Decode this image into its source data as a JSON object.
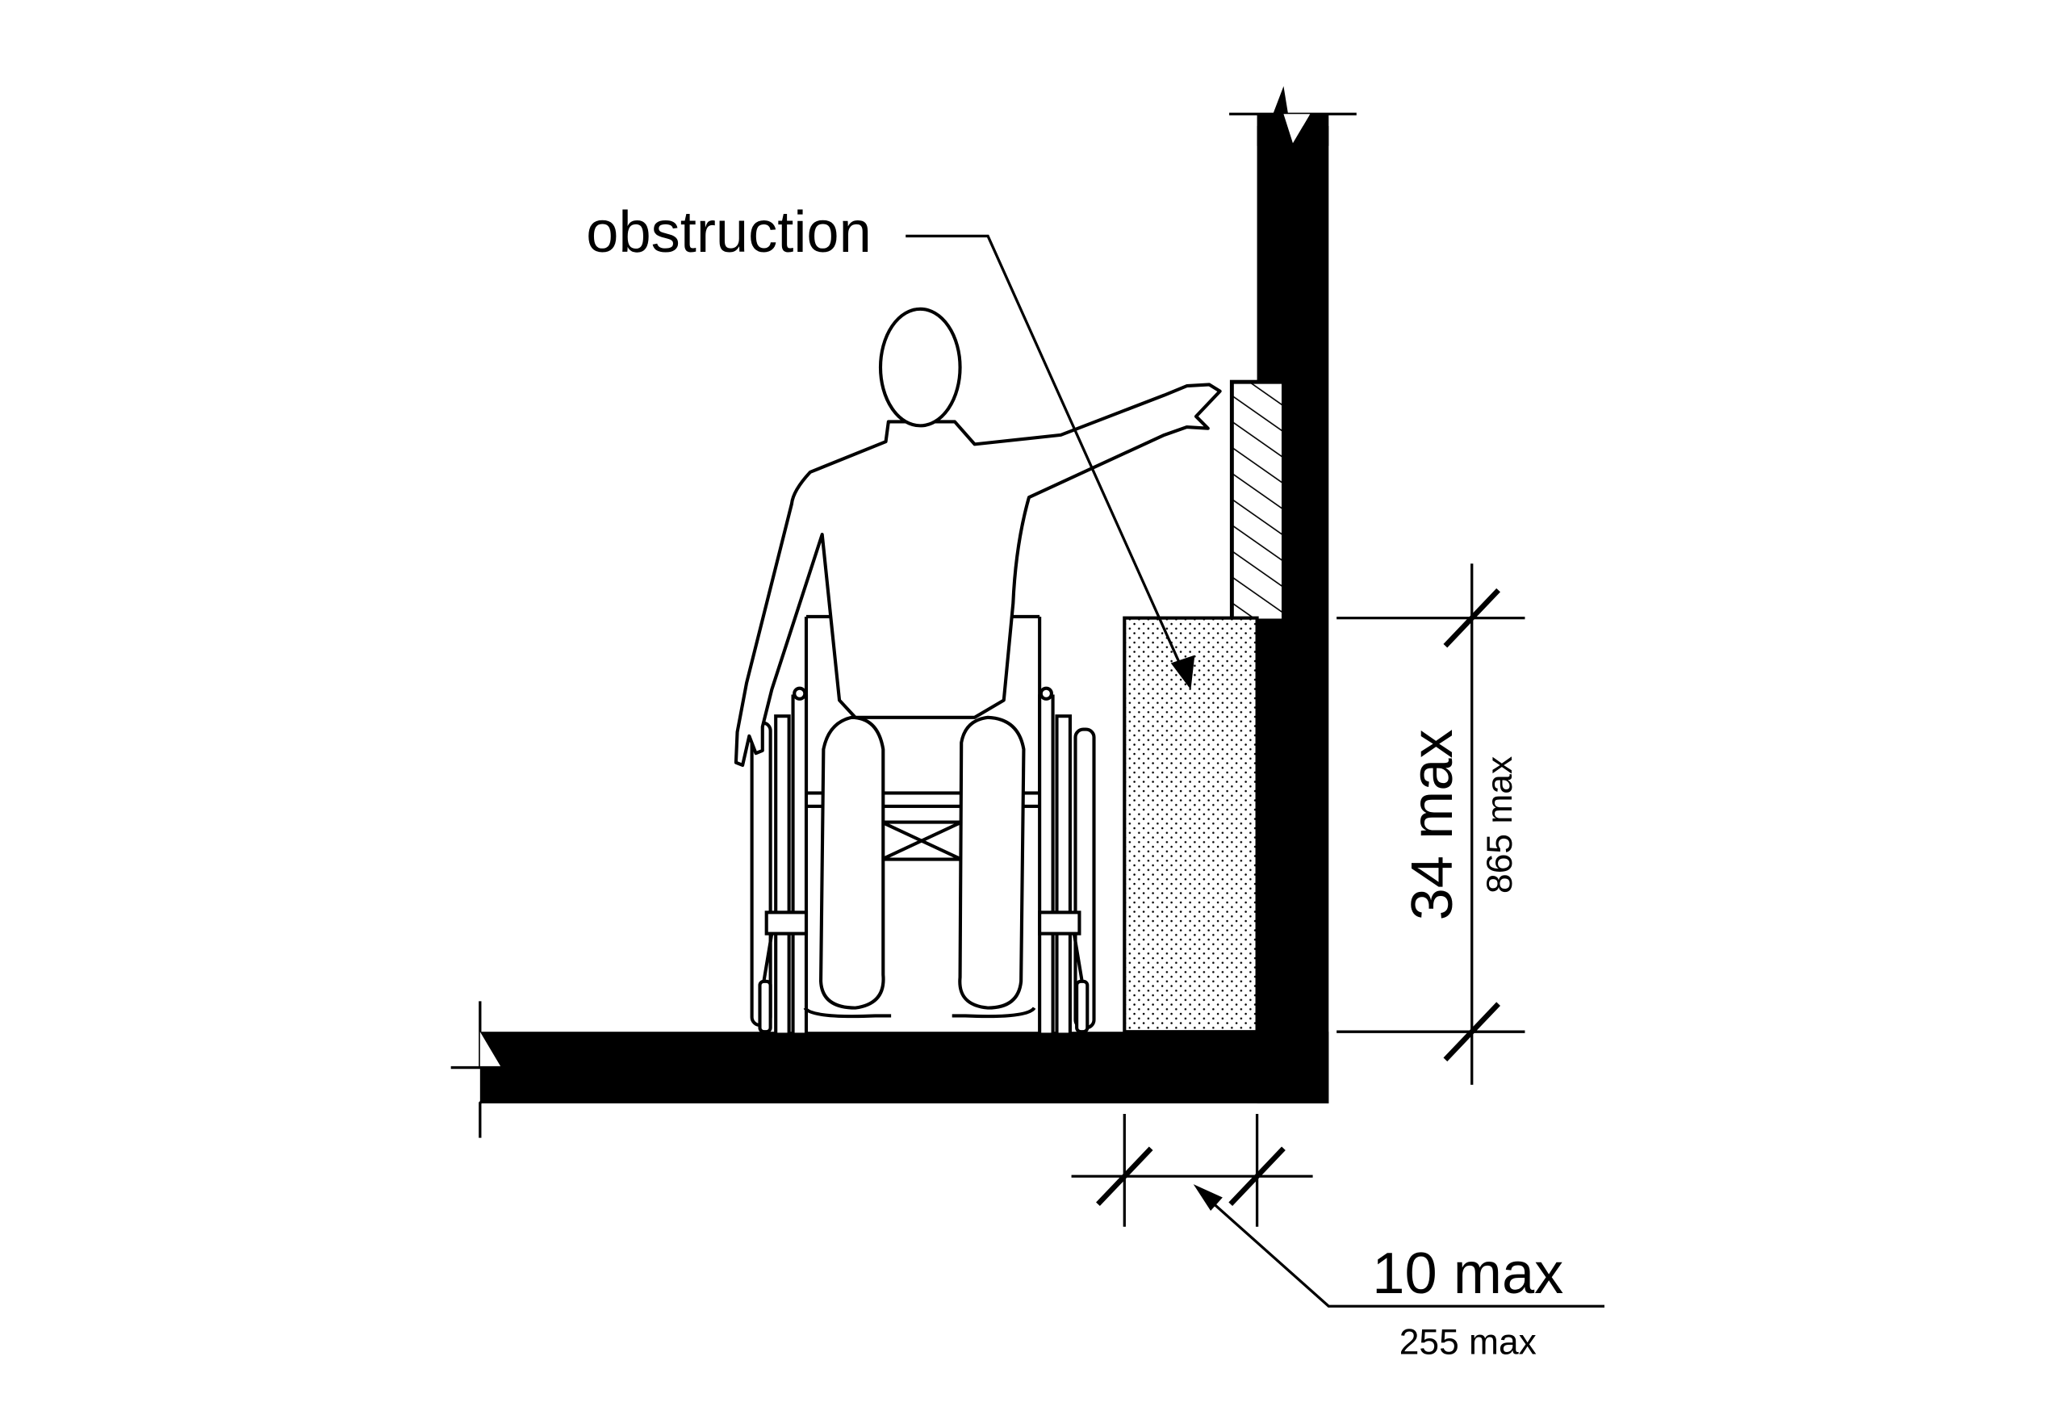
{
  "labels": {
    "obstruction": "obstruction",
    "height_imperial": "34 max",
    "height_metric": "865 max",
    "depth_imperial": "10 max",
    "depth_metric": "255 max"
  },
  "colors": {
    "ink": "#000000",
    "paper": "#ffffff"
  },
  "icons": {
    "person": "wheelchair-user-figure",
    "control": "hatched-wall-control",
    "obstruction": "stippled-counter-obstruction"
  }
}
